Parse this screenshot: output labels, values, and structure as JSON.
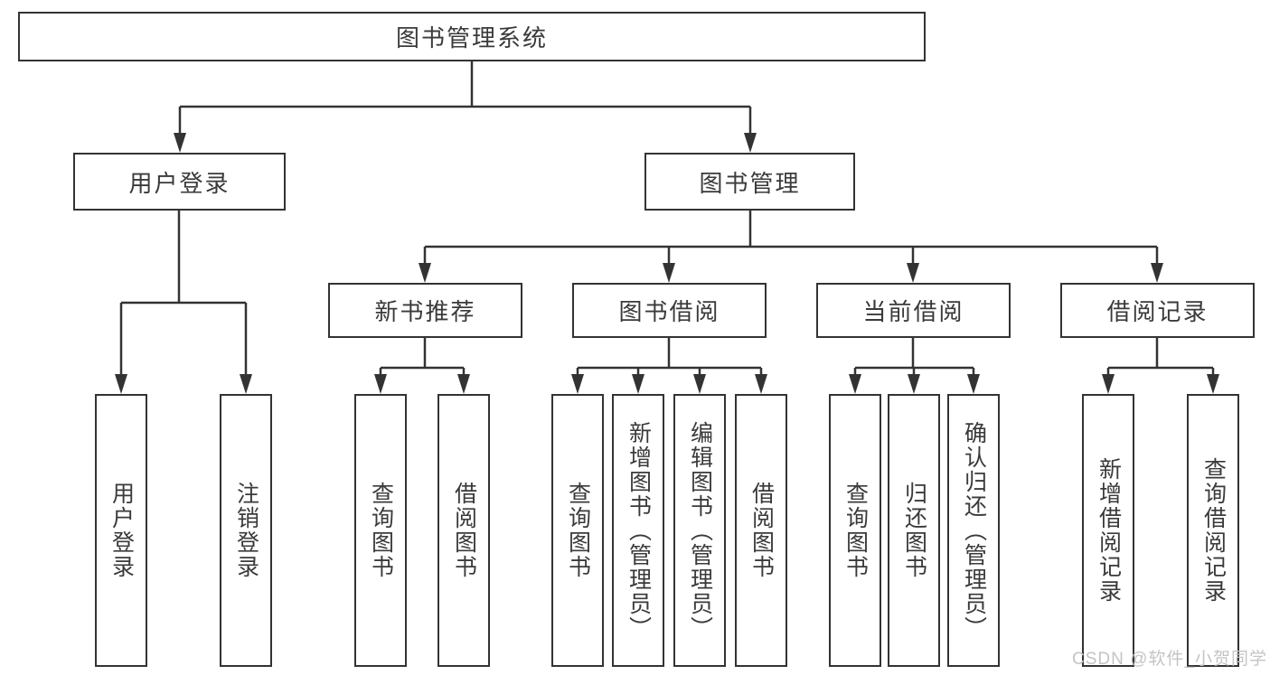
{
  "colors": {
    "line": "#333333",
    "node_border": "#333333",
    "node_text": "#3a3a3a",
    "background": "#ffffff",
    "watermark": "#c4c4c4"
  },
  "nodes": {
    "root": "图书管理系统",
    "user_login": "用户登录",
    "book_management": "图书管理",
    "new_book_recommend": "新书推荐",
    "book_borrow": "图书借阅",
    "current_borrow": "当前借阅",
    "borrow_records": "借阅记录",
    "leaves": {
      "user": [
        "用户登录",
        "注销登录"
      ],
      "recommend": [
        "查询图书",
        "借阅图书"
      ],
      "borrow": [
        "查询图书",
        "新增图书（管理员）",
        "编辑图书（管理员）",
        "借阅图书"
      ],
      "current": [
        "查询图书",
        "归还图书",
        "确认归还（管理员）"
      ],
      "records": [
        "新增借阅记录",
        "查询借阅记录"
      ]
    }
  },
  "watermark": "CSDN @软件_小贺同学"
}
